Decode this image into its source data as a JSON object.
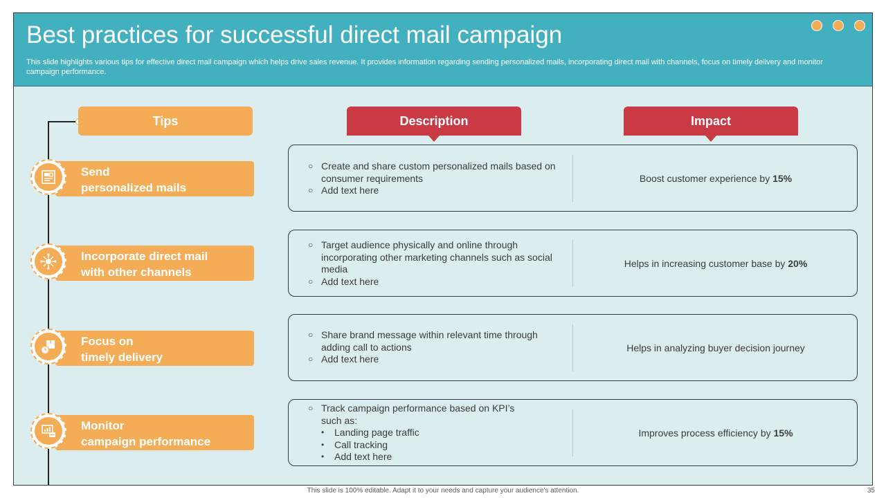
{
  "slide": {
    "title": "Best practices for successful direct mail campaign",
    "subtitle": "This slide highlights various tips for effective direct mail campaign which helps drive sales revenue. It provides information regarding sending personalized mails, incorporating direct mail with channels, focus on timely delivery and monitor campaign performance.",
    "accent_color": "#43b0c0",
    "orange": "#f4ac57",
    "red": "#c93a45"
  },
  "headers": {
    "tips": "Tips",
    "description": "Description",
    "impact": "Impact"
  },
  "rows": [
    {
      "tip_line1": "Send",
      "tip_line2": "personalized mails",
      "icon": "personalized-mail-icon",
      "bullets": [
        {
          "marker": "○",
          "text": "Create and share custom personalized mails based on consumer requirements"
        },
        {
          "marker": "○",
          "text": "Add text here"
        }
      ],
      "impact_text": "Boost customer experience by ",
      "impact_value": "15%"
    },
    {
      "tip_line1": "Incorporate direct mail",
      "tip_line2": "with other channels",
      "icon": "channels-network-icon",
      "bullets": [
        {
          "marker": "○",
          "text": "Target audience physically and online through incorporating other marketing channels such as social media"
        },
        {
          "marker": "○",
          "text": "Add text here"
        }
      ],
      "impact_text": "Helps in increasing customer base by ",
      "impact_value": "20%"
    },
    {
      "tip_line1": "Focus on",
      "tip_line2": "timely delivery",
      "icon": "delivery-clock-icon",
      "bullets": [
        {
          "marker": "○",
          "text": "Share brand message within relevant time through adding call to actions"
        },
        {
          "marker": "○",
          "text": "Add text here"
        }
      ],
      "impact_text": "Helps in analyzing buyer decision journey",
      "impact_value": ""
    },
    {
      "tip_line1": "Monitor",
      "tip_line2": "campaign performance",
      "icon": "performance-monitor-icon",
      "bullets": [
        {
          "marker": "○",
          "text": "Track campaign performance based on KPI’s such as:"
        }
      ],
      "sub_bullets": [
        {
          "marker": "•",
          "text": "Landing page traffic"
        },
        {
          "marker": "•",
          "text": "Call tracking"
        },
        {
          "marker": "•",
          "text": "Add text here"
        }
      ],
      "impact_text": "Improves process efficiency by ",
      "impact_value": "15%"
    }
  ],
  "footer": {
    "note": "This slide is 100% editable. Adapt it to your needs and capture your audience's attention.",
    "page": "35"
  }
}
